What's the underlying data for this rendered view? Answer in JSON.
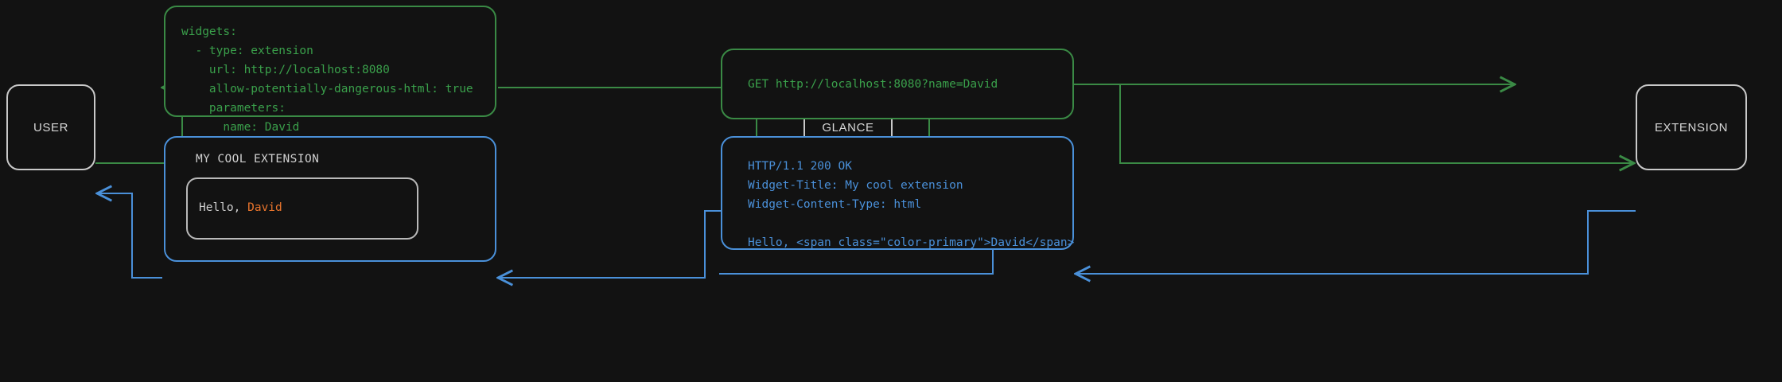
{
  "colors": {
    "background": "#121212",
    "node_border": "#c9c9c9",
    "node_label": "#d8d8d8",
    "request_green": "#3aa04b",
    "request_green_border": "#3a8a45",
    "response_blue": "#4a90d9",
    "accent_orange": "#e8742c",
    "widget_text": "#d0d0d0"
  },
  "nodes": {
    "user": "USER",
    "glance": "GLANCE",
    "extension": "EXTENSION"
  },
  "bubbles": {
    "config": {
      "code": "widgets:\n  - type: extension\n    url: http://localhost:8080\n    allow-potentially-dangerous-html: true\n    parameters:\n      name: David"
    },
    "request": {
      "code": "GET http://localhost:8080?name=David"
    },
    "response": {
      "code": "HTTP/1.1 200 OK\nWidget-Title: My cool extension\nWidget-Content-Type: html\n\nHello, <span class=\"color-primary\">David</span>"
    },
    "render": {
      "title": "MY COOL EXTENSION",
      "greeting": "Hello, ",
      "name": "David"
    }
  }
}
